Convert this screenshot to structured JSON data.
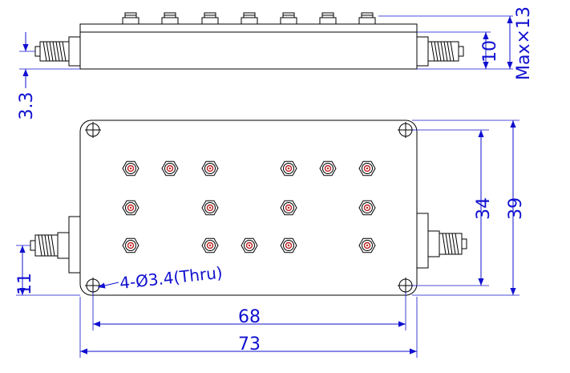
{
  "drawing": {
    "dims": {
      "d10": "10",
      "dmax": "Max×13",
      "d33": "3.3",
      "d34": "34",
      "d39": "39",
      "d11": "11",
      "d68": "68",
      "d73": "73"
    },
    "hole_note": "4-Ø3.4(Thru)",
    "colors": {
      "outline": "#000000",
      "dimension": "#1010d0",
      "stud_tip": "#c02020"
    }
  }
}
